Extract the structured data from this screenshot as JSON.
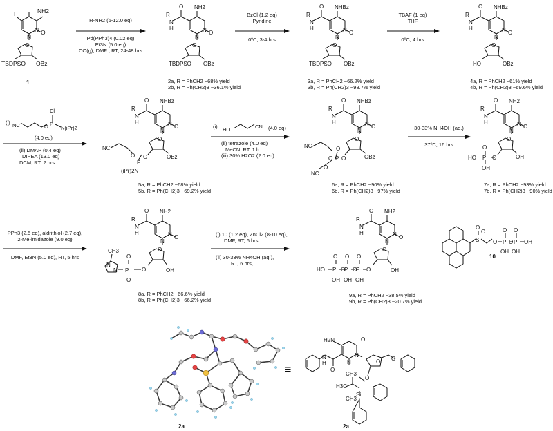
{
  "compounds": {
    "c1": {
      "number": "1",
      "atoms": [
        "I",
        "NH2",
        "N",
        "N",
        "O",
        "O",
        "O",
        "TBDPSO",
        "OBz"
      ]
    },
    "c2": {
      "labels": [
        "R",
        "N",
        "H",
        "O",
        "NH2",
        "N",
        "N",
        "O",
        "O",
        "TBDPSO",
        "OBz"
      ],
      "yield_a": "2a, R = PhCH2 ~68% yield",
      "yield_b": "2b, R = Ph(CH2)3 ~36.1% yield"
    },
    "c3": {
      "labels": [
        "R",
        "N",
        "H",
        "O",
        "NHBz",
        "N",
        "N",
        "O",
        "O",
        "TBDPSO",
        "OBz"
      ],
      "yield_a": "3a, R = PhCH2 ~66.2% yield",
      "yield_b": "3b, R = Ph(CH2)3 ~98.7% yield"
    },
    "c4": {
      "labels": [
        "R",
        "N",
        "H",
        "O",
        "NHBz",
        "N",
        "N",
        "O",
        "O",
        "HO",
        "OBz"
      ],
      "yield_a": "4a, R = PhCH2 ~61% yield",
      "yield_b": "4b, R = Ph(CH2)3 ~69.6% yield"
    },
    "c5": {
      "labels": [
        "R",
        "N",
        "H",
        "O",
        "NHBz",
        "N",
        "N",
        "O",
        "O",
        "NC",
        "O",
        "P",
        "(iPr)2N",
        "O",
        "OBz"
      ],
      "yield_a": "5a, R = PhCH2 ~68% yield",
      "yield_b": "5b, R = Ph(CH2)3 ~69.2% yield"
    },
    "c6": {
      "labels": [
        "R",
        "N",
        "H",
        "O",
        "NHBz",
        "N",
        "N",
        "O",
        "O",
        "NC",
        "O",
        "O",
        "P",
        "O",
        "NC",
        "O",
        "OBz"
      ],
      "yield_a": "6a, R = PhCH2 ~90% yield",
      "yield_b": "6b, R = Ph(CH2)3 ~97% yield"
    },
    "c7": {
      "labels": [
        "R",
        "N",
        "H",
        "O",
        "NH2",
        "N",
        "N",
        "O",
        "O",
        "O",
        "HO",
        "P",
        "O",
        "OH",
        "OH"
      ],
      "yield_a": "7a, R = PhCH2 ~93% yield",
      "yield_b": "7b, R = Ph(CH2)3 ~90% yield"
    },
    "c8": {
      "labels": [
        "R",
        "N",
        "H",
        "O",
        "NH2",
        "N",
        "N",
        "O",
        "O",
        "CH3",
        "N",
        "N",
        "P",
        "O",
        "O",
        "OH",
        "O"
      ],
      "yield_a": "8a, R = PhCH2 ~66.6% yield",
      "yield_b": "8b, R = Ph(CH2)3 ~66.2% yield"
    },
    "c9": {
      "labels": [
        "R",
        "N",
        "H",
        "O",
        "NH2",
        "N",
        "N",
        "O",
        "O",
        "HO",
        "P",
        "O",
        "P",
        "O",
        "P",
        "O",
        "OH",
        "OH",
        "OH",
        "O",
        "O",
        "O",
        "OH"
      ],
      "yield_a": "9a, R = PhCH2 ~38.5% yield",
      "yield_b": "9b, R = Ph(CH2)3 ~20.7% yield"
    },
    "c10": {
      "number": "10",
      "labels": [
        "S",
        "O",
        "O",
        "O",
        "P",
        "O",
        "P",
        "OH",
        "O",
        "O",
        "OH",
        "OH"
      ]
    }
  },
  "conditions": {
    "step1": {
      "above": [
        "R-NH2 (6-12.0 eq)"
      ],
      "below": [
        "Pd(PPh3)4 (0.02 eq)",
        "Et3N (5.0 eq)",
        "CO(g), DMF , RT, 24-48 hrs"
      ]
    },
    "step2": {
      "above": [
        "BzCl (1.2 eq)",
        "Pyridine"
      ],
      "below": [
        "0ºC, 3-4 hrs"
      ]
    },
    "step3": {
      "above": [
        "TBAF (1 eq)",
        "THF"
      ],
      "below": [
        "0ºC, 4 hrs"
      ]
    },
    "step4": {
      "reagent_atoms": [
        "NC",
        "O",
        "P",
        "Cl",
        "N(iPr)2"
      ],
      "above": [
        "(i)",
        "(4.0 eq)"
      ],
      "below": [
        "(ii) DMAP (0.4 eq)",
        "DIPEA (13.0 eq)",
        "DCM, RT, 2 hrs"
      ]
    },
    "step5": {
      "reagent_atoms": [
        "HO",
        "CN"
      ],
      "above": [
        "(i)",
        "(4.0 eq)"
      ],
      "below": [
        "(ii) tetrazole (4.0 eq)",
        "MeCN, RT, 1 h",
        "(iii) 30% H2O2 (2.0 eq)"
      ]
    },
    "step6": {
      "above": [
        "30-33% NH4OH (aq.)"
      ],
      "below": [
        "37ºC, 16 hrs"
      ]
    },
    "step7": {
      "above": [
        "PPh3 (2.5 eq), aldrithiol (2.7 eq),",
        "2-Me-imidazole (9.0 eq)"
      ],
      "below": [
        "DMF, Et3N (5.0 eq), RT, 5 hrs"
      ]
    },
    "step8": {
      "above": [
        "(i) 10 (1.2 eq), ZnCl2 (8-10 eq),",
        "DMF, RT, 6 hrs"
      ],
      "below": [
        "(ii) 30-33% NH4OH (aq.),",
        "RT, 6 hrs,"
      ]
    }
  },
  "crystal": {
    "left_label": "2a",
    "right_label": "2a",
    "equiv_symbol": "≡",
    "drawing_atoms": [
      "H2N",
      "N",
      "O",
      "N",
      "O",
      "N",
      "H",
      "O",
      "O",
      "O",
      "Si",
      "H3C",
      "CH3",
      "CH3"
    ]
  }
}
